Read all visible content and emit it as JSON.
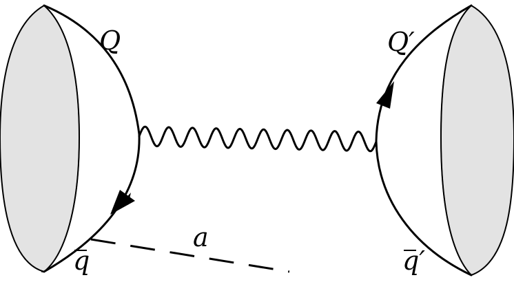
{
  "labels": {
    "quark_left": "Q",
    "quark_right": "Q′",
    "antiquark_left": "q",
    "antiquark_right": "q′",
    "exchange": "a"
  },
  "colors": {
    "blob_fill": "#e3e3e3",
    "line": "#000000"
  }
}
